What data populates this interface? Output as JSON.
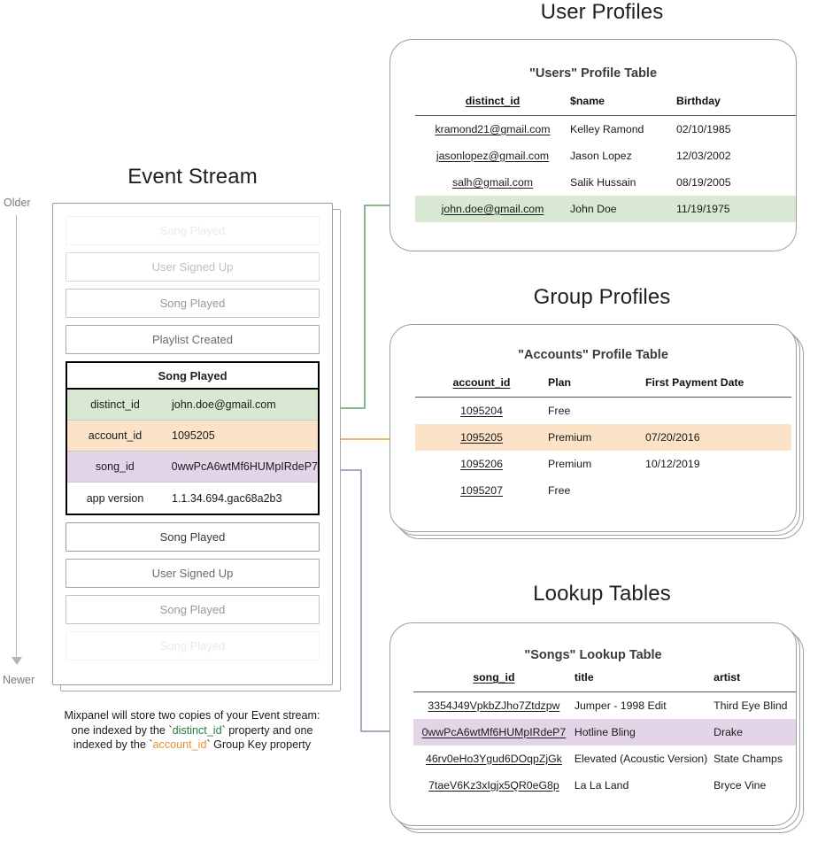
{
  "timeline": {
    "older_label": "Older",
    "newer_label": "Newer"
  },
  "event_stream": {
    "title": "Event Stream",
    "events_before": [
      {
        "label": "Song Played",
        "fade": "f1"
      },
      {
        "label": "User Signed Up",
        "fade": "f2"
      },
      {
        "label": "Song Played",
        "fade": "f3"
      },
      {
        "label": "Playlist Created",
        "fade": "f4"
      }
    ],
    "expanded_event": {
      "name": "Song Played",
      "properties": [
        {
          "key": "distinct_id",
          "value": "john.doe@gmail.com",
          "highlight": "green"
        },
        {
          "key": "account_id",
          "value": "1095205",
          "highlight": "orange"
        },
        {
          "key": "song_id",
          "value": "0wwPcA6wtMf6HUMpIRdeP7",
          "highlight": "purple"
        },
        {
          "key": "app version",
          "value": "1.1.34.694.gac68a2b3",
          "highlight": "none"
        }
      ]
    },
    "events_after": [
      {
        "label": "Song Played",
        "fade": "solid"
      },
      {
        "label": "User Signed Up",
        "fade": "f4"
      },
      {
        "label": "Song Played",
        "fade": "f3"
      },
      {
        "label": "Song Played",
        "fade": "f1"
      }
    ],
    "caption": {
      "line1": "Mixpanel will store two copies of your Event stream:",
      "line2_a": "one indexed by the `",
      "line2_key": "distinct_id",
      "line2_b": "` property and one",
      "line3_a": "indexed by the `",
      "line3_key": "account_id",
      "line3_b": "` Group Key property"
    }
  },
  "user_profiles": {
    "section_title": "User Profiles",
    "table_title": "\"Users\" Profile Table",
    "columns": [
      "distinct_id",
      "$name",
      "Birthday"
    ],
    "rows": [
      {
        "cells": [
          "kramond21@gmail.com",
          "Kelley Ramond",
          "02/10/1985"
        ],
        "highlight": "none"
      },
      {
        "cells": [
          "jasonlopez@gmail.com",
          "Jason Lopez",
          "12/03/2002"
        ],
        "highlight": "none"
      },
      {
        "cells": [
          "salh@gmail.com",
          "Salik Hussain",
          "08/19/2005"
        ],
        "highlight": "none"
      },
      {
        "cells": [
          "john.doe@gmail.com",
          "John Doe",
          "11/19/1975"
        ],
        "highlight": "green"
      }
    ]
  },
  "group_profiles": {
    "section_title": "Group Profiles",
    "table_title": "\"Accounts\" Profile Table",
    "columns": [
      "account_id",
      "Plan",
      "First Payment Date"
    ],
    "rows": [
      {
        "cells": [
          "1095204",
          "Free",
          ""
        ],
        "highlight": "none"
      },
      {
        "cells": [
          "1095205",
          "Premium",
          "07/20/2016"
        ],
        "highlight": "orange"
      },
      {
        "cells": [
          "1095206",
          "Premium",
          "10/12/2019"
        ],
        "highlight": "none"
      },
      {
        "cells": [
          "1095207",
          "Free",
          ""
        ],
        "highlight": "none"
      }
    ]
  },
  "lookup_tables": {
    "section_title": "Lookup Tables",
    "table_title": "\"Songs\" Lookup Table",
    "columns": [
      "song_id",
      "title",
      "artist"
    ],
    "rows": [
      {
        "cells": [
          "3354J49VpkbZJho7Ztdzpw",
          "Jumper - 1998 Edit",
          "Third Eye Blind"
        ],
        "highlight": "none"
      },
      {
        "cells": [
          "0wwPcA6wtMf6HUMpIRdeP7",
          "Hotline Bling",
          "Drake"
        ],
        "highlight": "purple"
      },
      {
        "cells": [
          "46rv0eHo3Ygud6DOqpZjGk",
          "Elevated (Acoustic Version)",
          "State Champs"
        ],
        "highlight": "none"
      },
      {
        "cells": [
          "7taeV6Kz3xIgjx5QR0eG8p",
          "La La Land",
          "Bryce Vine"
        ],
        "highlight": "none"
      }
    ]
  },
  "colors": {
    "green": "#d9e8d2",
    "orange": "#fce3c8",
    "purple": "#e3d5e7",
    "green_arrow": "#5fa06b",
    "orange_arrow": "#e8a13c",
    "purple_arrow": "#9b83a8"
  }
}
